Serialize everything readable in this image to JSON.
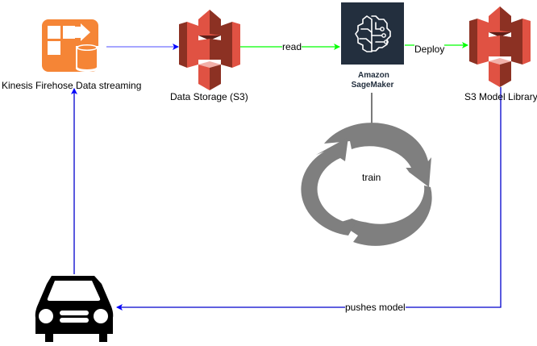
{
  "nodes": {
    "kinesis": {
      "label": "Kinesis Firehose Data streaming",
      "icon": "kinesis-firehose-icon",
      "color": "#f58536"
    },
    "s3_data": {
      "label": "Data Storage (S3)",
      "icon": "s3-bucket-icon",
      "color": "#e05243"
    },
    "sagemaker": {
      "label_line1": "Amazon",
      "label_line2": "SageMaker",
      "icon": "sagemaker-icon",
      "color": "#232f3e"
    },
    "s3_model": {
      "label": "S3 Model Library",
      "icon": "s3-bucket-icon",
      "color": "#e05243"
    },
    "train": {
      "label": "train",
      "icon": "cycle-arrows-icon",
      "color": "#7f7f7f"
    },
    "car": {
      "icon": "car-icon",
      "color": "#000000"
    }
  },
  "edges": {
    "read": {
      "label": "read",
      "color": "#00ff00"
    },
    "deploy": {
      "label": "Deploy",
      "color": "#00ff00"
    },
    "pushes_model": {
      "label": "pushes model",
      "color": "#0000cc"
    },
    "stream": {
      "color": "#0000ff"
    }
  }
}
